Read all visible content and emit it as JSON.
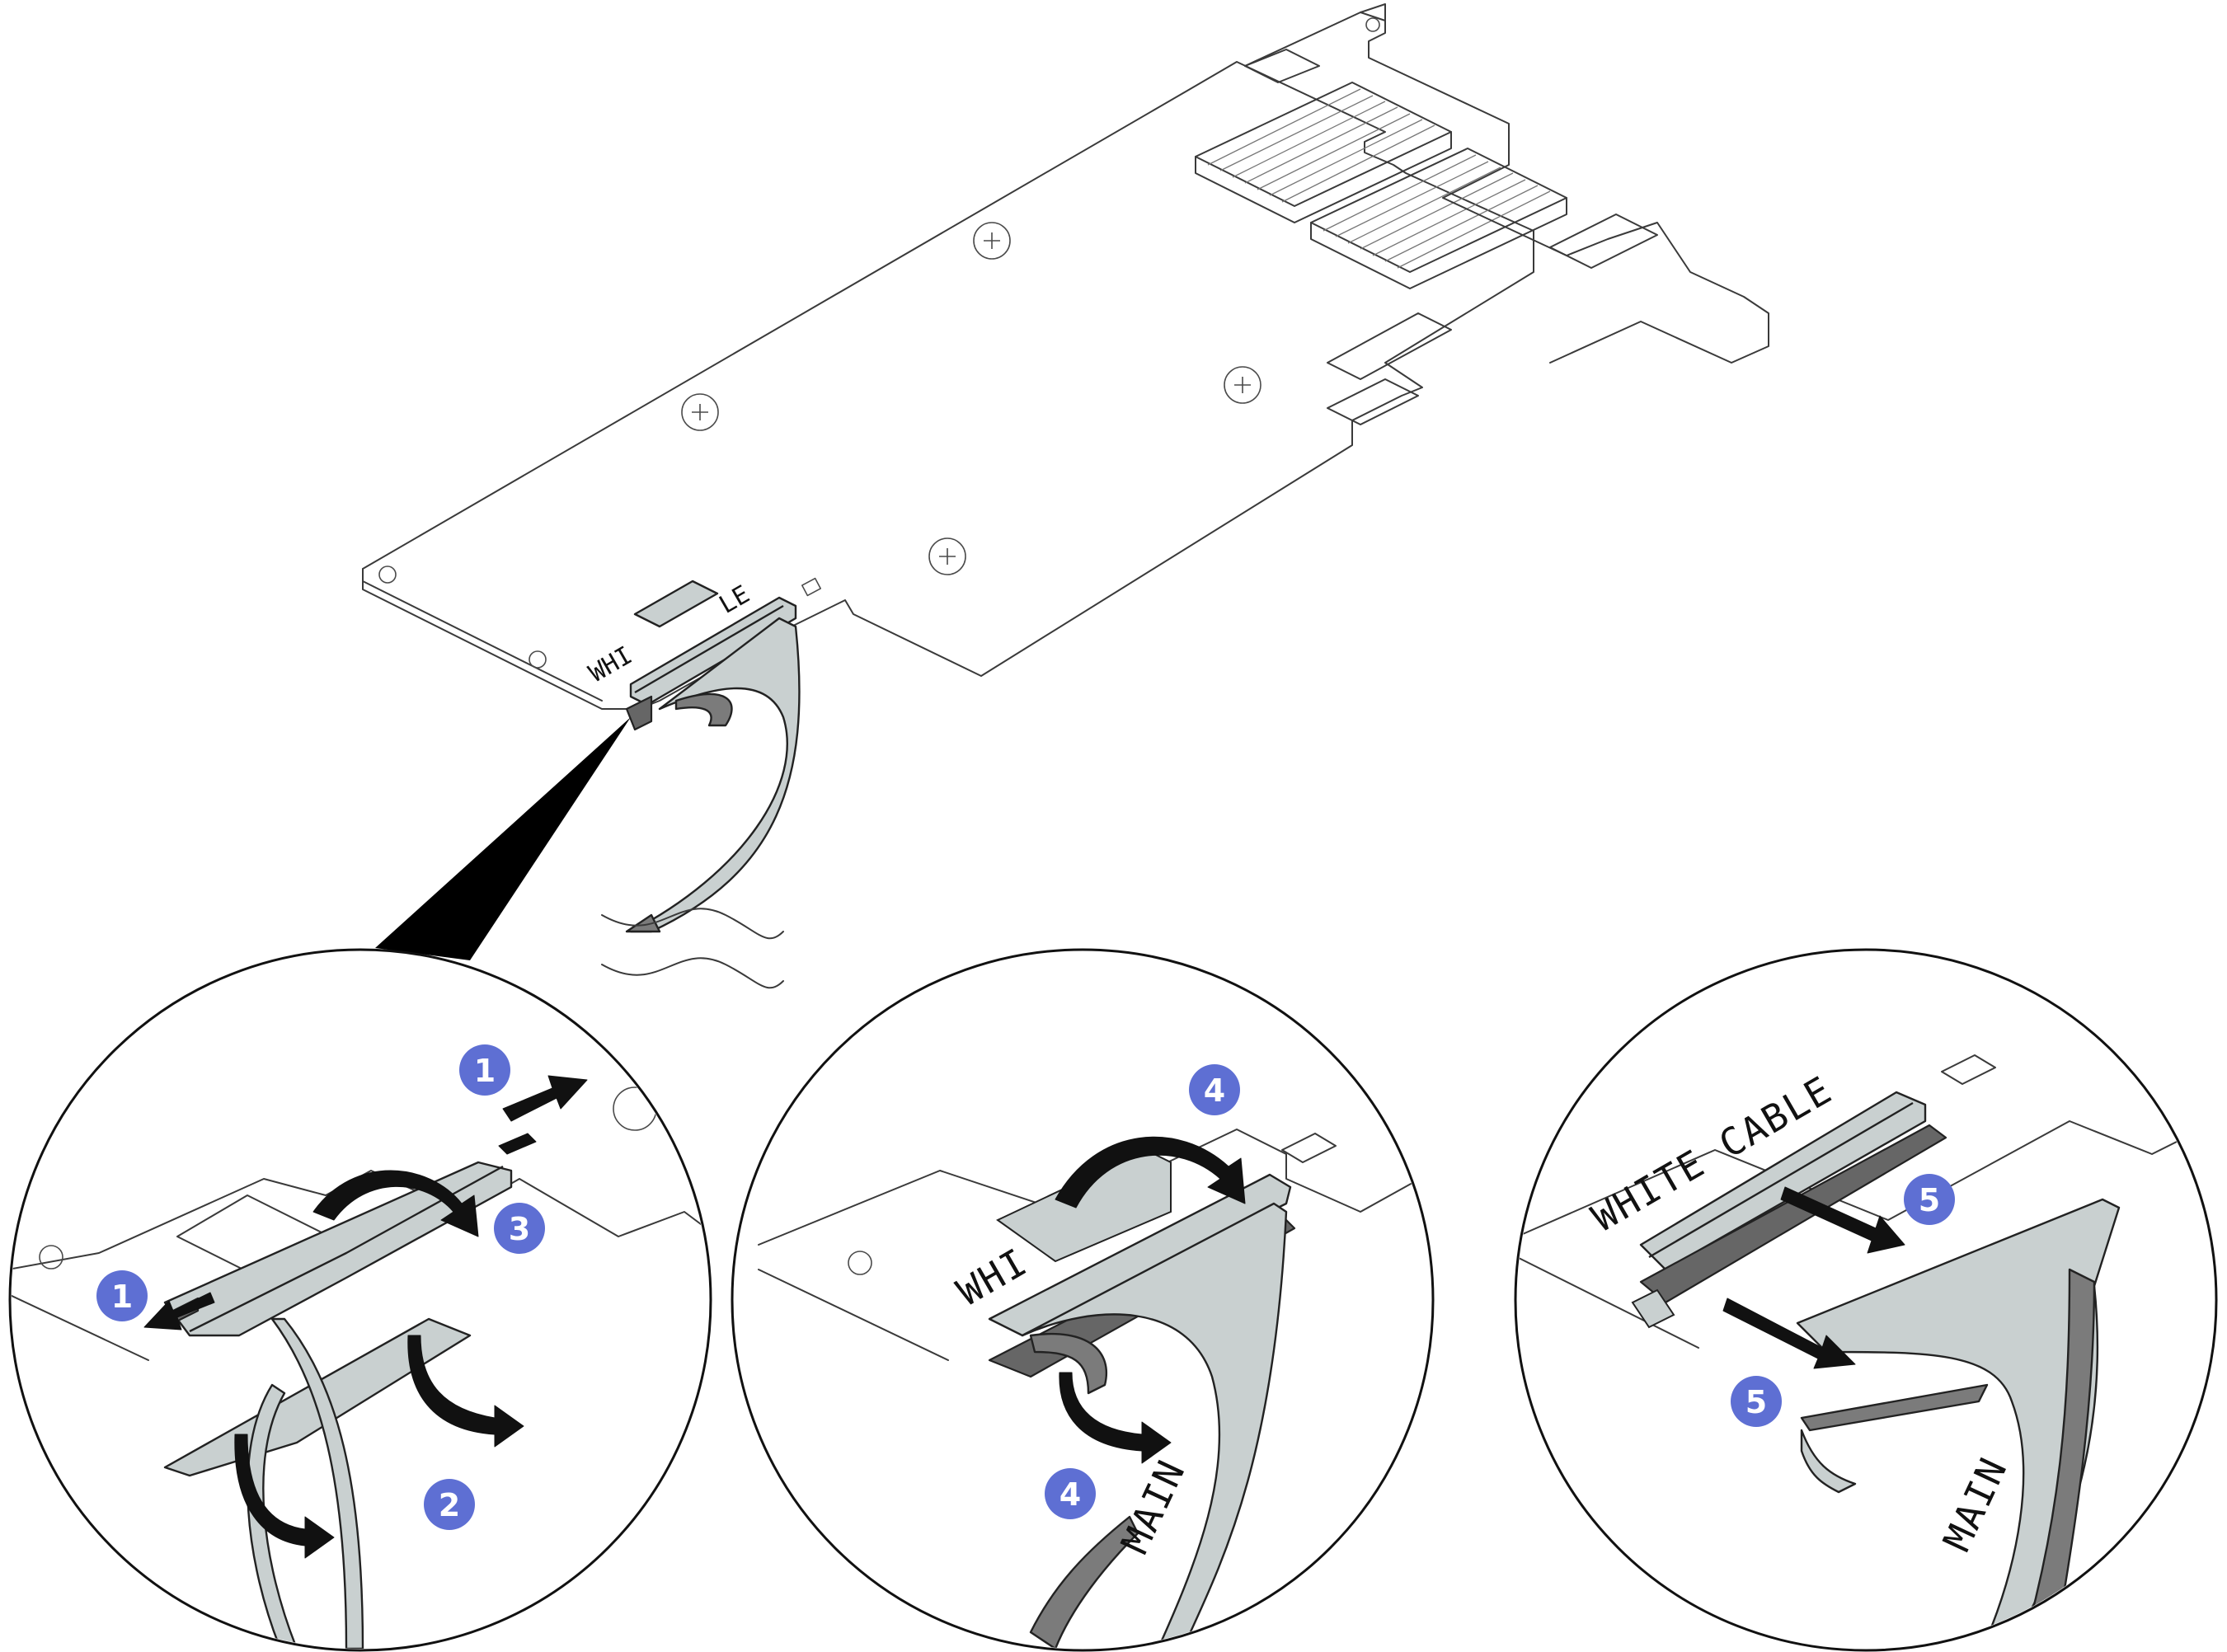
{
  "figure": {
    "labels": {
      "white_cable": "WHITE CABLE",
      "board_label_left": "WHI",
      "board_label_right": "LE",
      "main": "MAIN"
    },
    "callouts": [
      "1",
      "2",
      "3",
      "4",
      "5"
    ],
    "colors": {
      "callout": "#5e6fd3",
      "cable_light": "#c9d0d0",
      "cable_dark": "#7b7b7b",
      "line": "#3a3a3a"
    }
  }
}
